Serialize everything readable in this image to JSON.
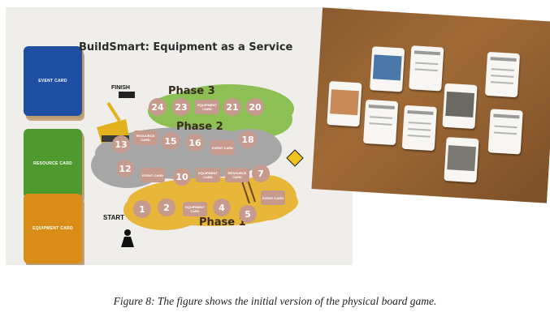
{
  "board": {
    "title": "BuildSmart: Equipment as a Service",
    "decks": {
      "event": "EVENT CARD",
      "resource": "RESOURCE CARD",
      "equipment": "EQUIPMENT CARD"
    },
    "phases": {
      "phase1": "Phase 1",
      "phase2": "Phase 2",
      "phase3": "Phase 3"
    },
    "finish": "FINISH",
    "start": "START",
    "spaces": [
      "24",
      "23",
      "21",
      "20",
      "13",
      "15",
      "16",
      "18",
      "12",
      "10",
      "7",
      "1",
      "2",
      "4",
      "5"
    ],
    "card_spaces": {
      "equip_top": "EQUIPMENT CARD",
      "resource_mid": "RESOURCE CARD",
      "event_mid": "EVENT CARD",
      "event_left": "EVENT CARD",
      "equip_mid": "EQUIPMENT CARD",
      "resource_right": "RESOURCE CARD",
      "event_right": "EVENT CARD",
      "equip_bottom": "EQUIPMENT CARD"
    },
    "colors": {
      "phase1": "#e8b638",
      "phase2": "#a6a6a6",
      "phase3": "#8cbf54",
      "event_deck": "#1f4fa3",
      "resource_deck": "#4f9a2e",
      "equipment_deck": "#d98d16"
    }
  },
  "caption": "Figure 8: The figure shows the initial version of the physical board game."
}
